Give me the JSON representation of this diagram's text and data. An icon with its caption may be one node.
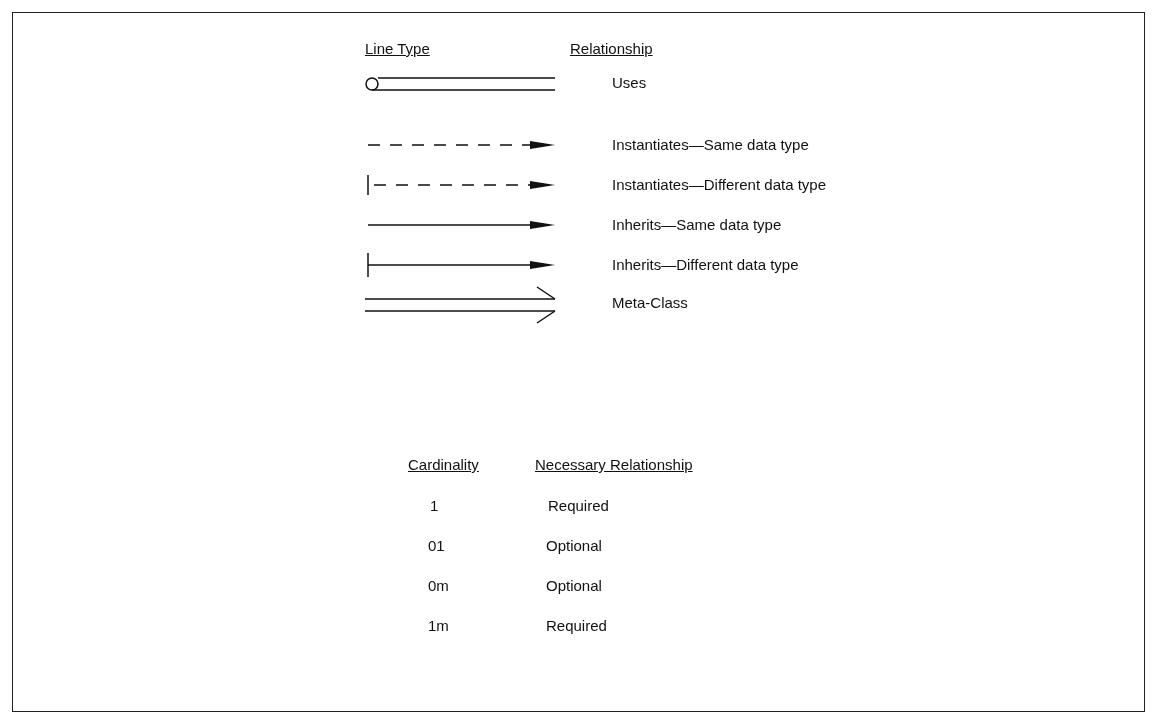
{
  "diagram": {
    "labels": [
      "Line Type",
      "Relationship",
      "Cardinality",
      "Necessary Relationship",
      "1",
      "Required",
      "01",
      "Optional",
      "0m",
      "Optional",
      "1m",
      "Required"
    ],
    "legend": [
      {
        "text": "Uses"
      },
      {
        "text": "Instantiates—Same data type"
      },
      {
        "text": "Instantiates—Different data type"
      },
      {
        "text": "Inherits—Same data type"
      },
      {
        "text": "Inherits—Different data type"
      },
      {
        "text": "Meta-Class"
      }
    ]
  }
}
